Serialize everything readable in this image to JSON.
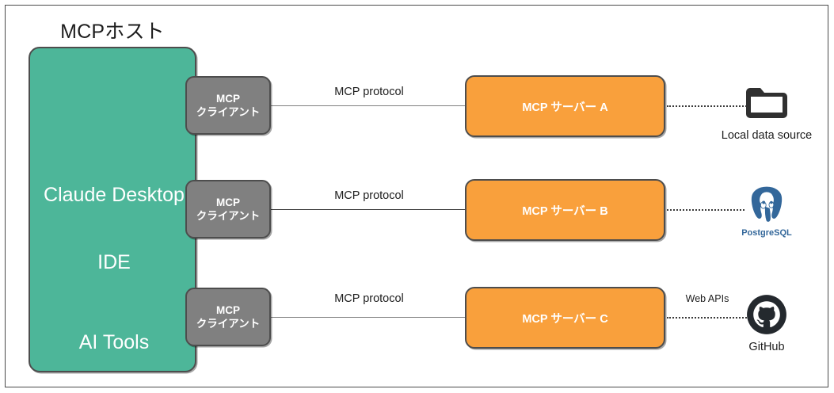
{
  "diagram": {
    "title": "MCPホスト",
    "host": {
      "label": "MCPホスト",
      "items": [
        {
          "label": "Claude Desktop"
        },
        {
          "label": "IDE"
        },
        {
          "label": "AI Tools"
        }
      ],
      "color": "#4db699"
    },
    "clients": [
      {
        "line1": "MCP",
        "line2": "クライアント"
      },
      {
        "line1": "MCP",
        "line2": "クライアント"
      },
      {
        "line1": "MCP",
        "line2": "クライアント"
      }
    ],
    "client_color": "#808080",
    "servers": [
      {
        "label": "MCP サーバー A"
      },
      {
        "label": "MCP サーバー B"
      },
      {
        "label": "MCP サーバー C"
      }
    ],
    "server_color": "#f9a03c",
    "connections": [
      {
        "label": "MCP protocol"
      },
      {
        "label": "MCP protocol"
      },
      {
        "label": "MCP protocol"
      }
    ],
    "resources": [
      {
        "icon": "folder-icon",
        "label": "Local data source",
        "edge_label": ""
      },
      {
        "icon": "postgresql-icon",
        "label": "PostgreSQL",
        "edge_label": ""
      },
      {
        "icon": "github-icon",
        "label": "GitHub",
        "edge_label": "Web APIs"
      }
    ],
    "colors": {
      "frame_border": "#4a4a4a",
      "box_border": "#4d4d4d",
      "postgres_blue": "#33679a",
      "github_dark": "#24292e",
      "folder_dark": "#303030"
    }
  }
}
